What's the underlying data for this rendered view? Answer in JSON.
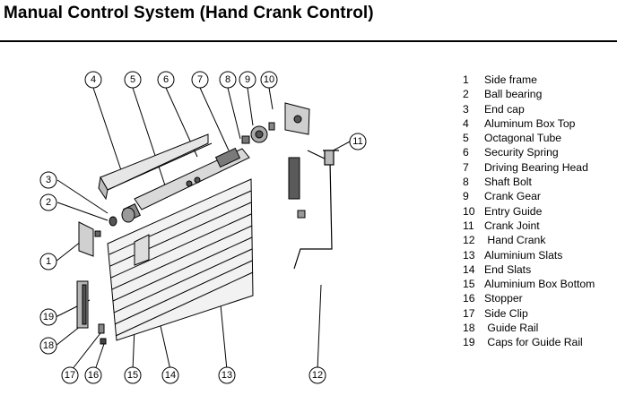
{
  "title": "Manual Control System (Hand Crank Control)",
  "parts": [
    {
      "num": "1",
      "name": "Side frame"
    },
    {
      "num": "2",
      "name": "Ball bearing"
    },
    {
      "num": "3",
      "name": "End cap"
    },
    {
      "num": "4",
      "name": "Aluminum Box Top"
    },
    {
      "num": "5",
      "name": "Octagonal Tube"
    },
    {
      "num": "6",
      "name": "Security Spring"
    },
    {
      "num": "7",
      "name": "Driving Bearing Head"
    },
    {
      "num": "8",
      "name": "Shaft Bolt"
    },
    {
      "num": "9",
      "name": "Crank Gear"
    },
    {
      "num": "10",
      "name": "Entry Guide"
    },
    {
      "num": "11",
      "name": "Crank Joint"
    },
    {
      "num": "12",
      "name": " Hand Crank"
    },
    {
      "num": "13",
      "name": "Aluminium Slats"
    },
    {
      "num": "14",
      "name": "End Slats"
    },
    {
      "num": "15",
      "name": "Aluminium Box Bottom"
    },
    {
      "num": "16",
      "name": "Stopper"
    },
    {
      "num": "17",
      "name": "Side Clip"
    },
    {
      "num": "18",
      "name": " Guide Rail"
    },
    {
      "num": "19",
      "name": " Caps for Guide Rail"
    }
  ],
  "callouts": [
    "1",
    "2",
    "3",
    "4",
    "5",
    "6",
    "7",
    "8",
    "9",
    "10",
    "11",
    "12",
    "13",
    "14",
    "15",
    "16",
    "17",
    "18",
    "19"
  ]
}
